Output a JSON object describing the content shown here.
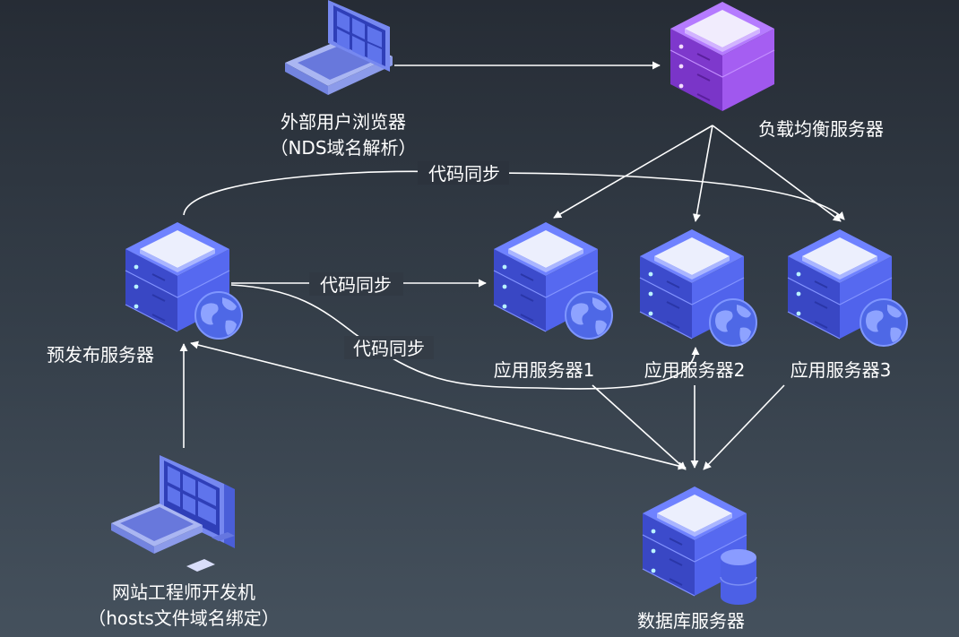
{
  "nodes": {
    "browser": {
      "line1": "外部用户浏览器",
      "line2": "（NDS域名解析）"
    },
    "load_balancer": {
      "label": "负载均衡服务器"
    },
    "pre_release": {
      "label": "预发布服务器"
    },
    "app1": {
      "label": "应用服务器1"
    },
    "app2": {
      "label": "应用服务器2"
    },
    "app3": {
      "label": "应用服务器3"
    },
    "database": {
      "label": "数据库服务器"
    },
    "developer": {
      "line1": "网站工程师开发机",
      "line2": "（hosts文件域名绑定）"
    }
  },
  "edges": {
    "sync_top": "代码同步",
    "sync_mid": "代码同步",
    "sync_low": "代码同步"
  },
  "colors": {
    "background_top": "#262c35",
    "background_bottom": "#45515d",
    "server_blue": "#4a5ee6",
    "server_purple": "#9b4fe0",
    "globe_blue": "#5a78f0",
    "line": "#ffffff"
  }
}
